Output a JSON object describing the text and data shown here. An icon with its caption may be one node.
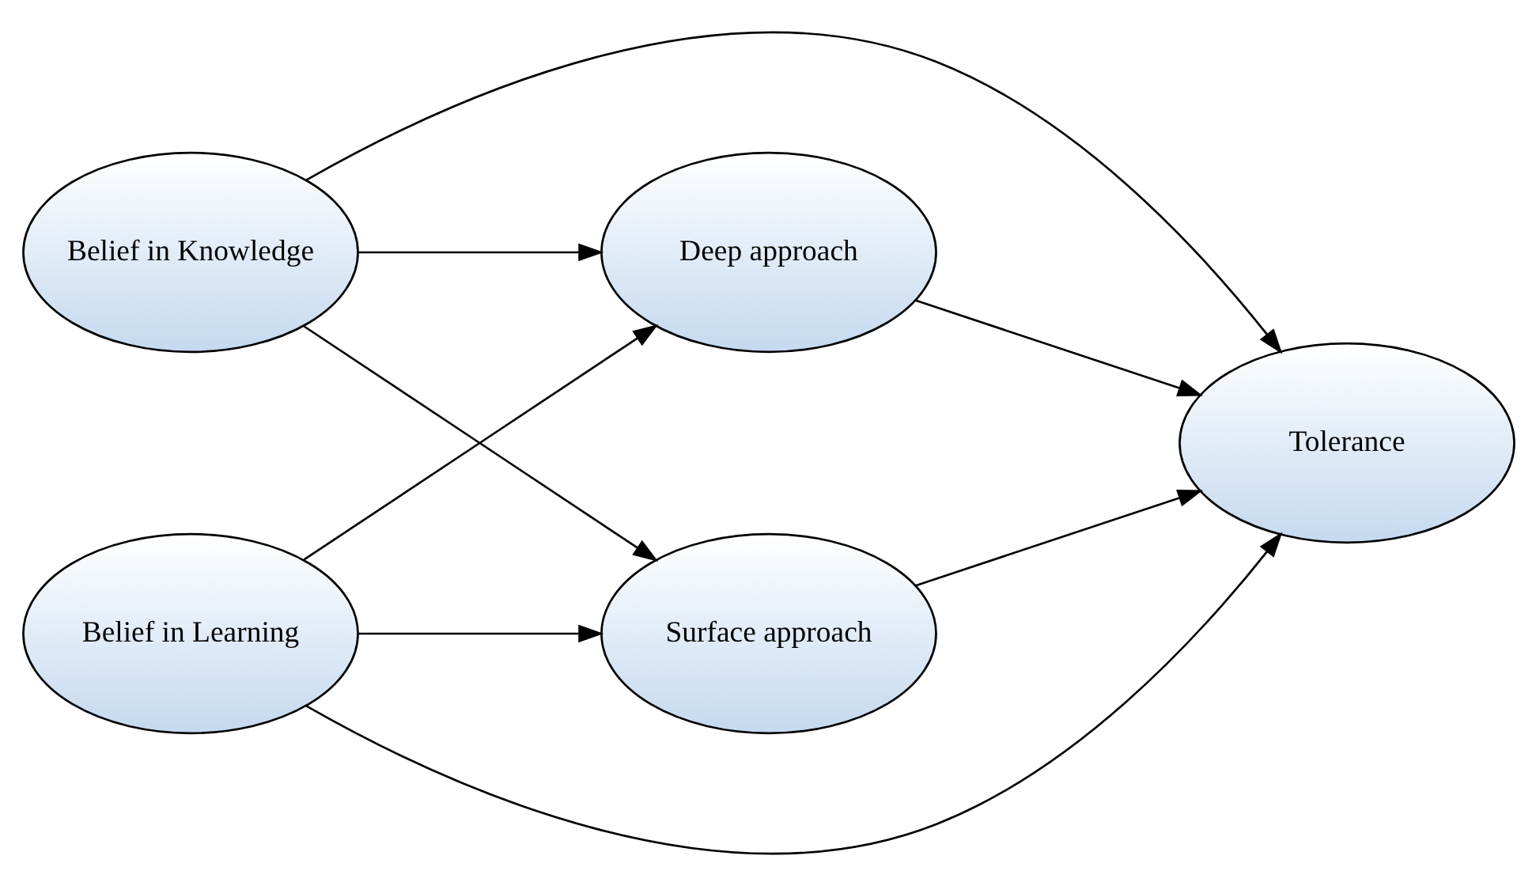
{
  "diagram": {
    "nodes": [
      {
        "text": [
          "Belief in Knowledge"
        ]
      },
      {
        "text": [
          "Belief in Learning"
        ]
      },
      {
        "text": [
          "Deep approach"
        ]
      },
      {
        "text": [
          "Surface approach"
        ]
      },
      {
        "text": [
          "Tolerance"
        ]
      }
    ],
    "edges": [
      {
        "from": 0,
        "to": 2,
        "arrow": "to"
      },
      {
        "from": 0,
        "to": 4,
        "arrow": "to"
      },
      {
        "from": 0,
        "to": 3,
        "arrow": "to"
      },
      {
        "from": 1,
        "to": 2,
        "arrow": "to"
      },
      {
        "from": 1,
        "to": 4,
        "arrow": "to"
      },
      {
        "from": 1,
        "to": 3,
        "arrow": "to"
      },
      {
        "from": 2,
        "to": 4,
        "arrow": "to"
      },
      {
        "from": 3,
        "to": 4,
        "arrow": "to"
      }
    ]
  }
}
